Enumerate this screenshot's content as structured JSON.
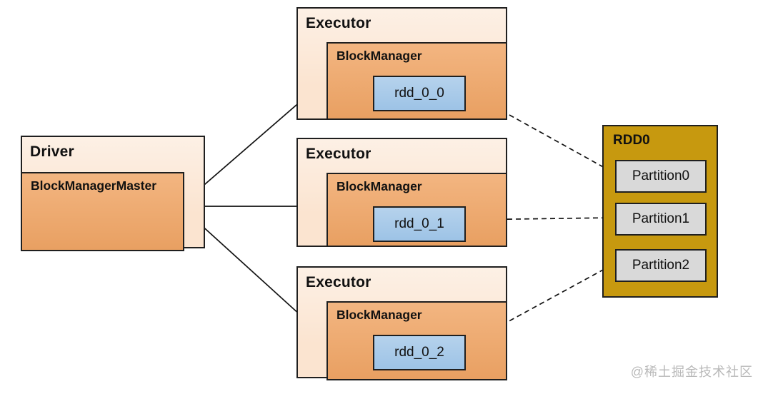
{
  "diagram": {
    "driver": {
      "title": "Driver",
      "block_manager_master": "BlockManagerMaster"
    },
    "executors": [
      {
        "title": "Executor",
        "manager": "BlockManager",
        "block": "rdd_0_0"
      },
      {
        "title": "Executor",
        "manager": "BlockManager",
        "block": "rdd_0_1"
      },
      {
        "title": "Executor",
        "manager": "BlockManager",
        "block": "rdd_0_2"
      }
    ],
    "rdd": {
      "title": "RDD0",
      "partitions": [
        "Partition0",
        "Partition1",
        "Partition2"
      ]
    },
    "watermark": "@稀土掘金技术社区",
    "colors": {
      "box_outer": "#FBE4D0",
      "box_inner": "#F0A565",
      "block_blue": "#9DC3E6",
      "rdd_gold": "#C7990F",
      "partition_gray": "#D9D9D9",
      "border": "#1F1F1F",
      "arrow": "#111111",
      "watermark": "#B9B9B9",
      "background": "#FFFFFF"
    }
  }
}
